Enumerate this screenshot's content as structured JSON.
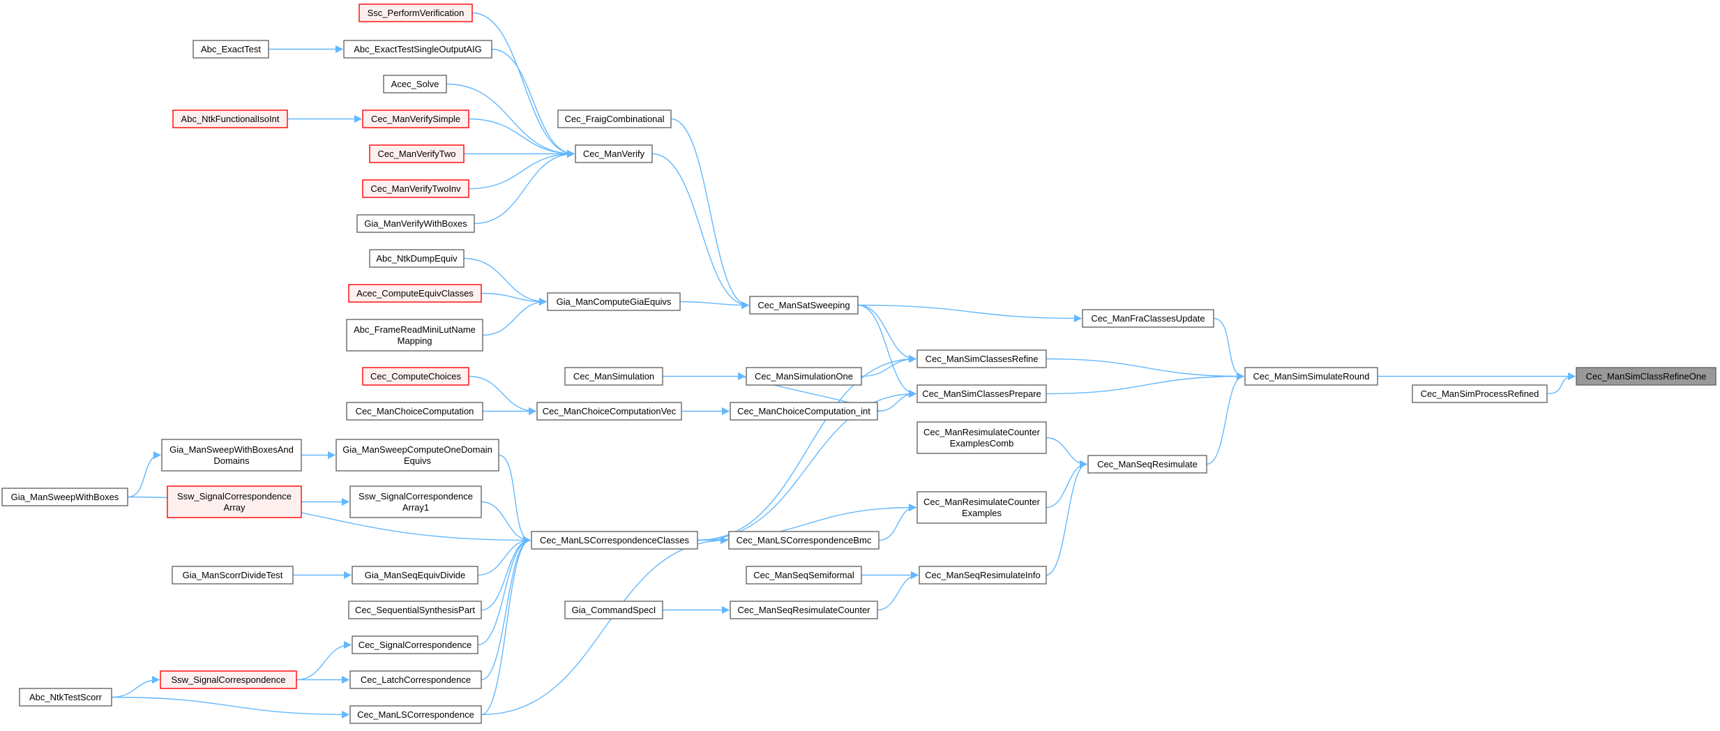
{
  "colors": {
    "edge": "#63b8ff",
    "node_border": "#666666",
    "node_fill": "#ffffff",
    "node_border_red": "#ff0000",
    "node_fill_red": "#fff0f0",
    "focus_fill": "#999999",
    "focus_border": "#666666"
  },
  "nodes": [
    {
      "id": "n0",
      "label": "Cec_ManSimClassRefineOne",
      "style": "focus"
    },
    {
      "id": "n1",
      "label": "Cec_ManSimSimulateRound",
      "style": "normal"
    },
    {
      "id": "n2",
      "label": "Cec_ManSimProcessRefined",
      "style": "normal"
    },
    {
      "id": "n3",
      "label": "Cec_ManFraClassesUpdate",
      "style": "normal"
    },
    {
      "id": "n4",
      "label": "Cec_ManSimClassesRefine",
      "style": "normal"
    },
    {
      "id": "n5",
      "label": "Cec_ManSimClassesPrepare",
      "style": "normal"
    },
    {
      "id": "n6",
      "label": "Cec_ManSeqResimulate",
      "style": "normal"
    },
    {
      "id": "n7",
      "label": "Cec_ManSatSweeping",
      "style": "normal"
    },
    {
      "id": "n8",
      "label": "Cec_ManVerify",
      "style": "normal"
    },
    {
      "id": "n9",
      "label": "Cec_FraigCombinational",
      "style": "normal"
    },
    {
      "id": "n10",
      "label": "Gia_ManComputeGiaEquivs",
      "style": "normal"
    },
    {
      "id": "n11",
      "label": "Ssc_PerformVerification",
      "style": "red"
    },
    {
      "id": "n12",
      "label": "Abc_ExactTestSingleOutputAIG",
      "style": "normal"
    },
    {
      "id": "n13",
      "label": "Abc_ExactTest",
      "style": "normal"
    },
    {
      "id": "n14",
      "label": "Acec_Solve",
      "style": "normal"
    },
    {
      "id": "n15",
      "label": "Cec_ManVerifySimple",
      "style": "red"
    },
    {
      "id": "n16",
      "label": "Abc_NtkFunctionalIsoInt",
      "style": "red"
    },
    {
      "id": "n17",
      "label": "Cec_ManVerifyTwo",
      "style": "red"
    },
    {
      "id": "n18",
      "label": "Cec_ManVerifyTwoInv",
      "style": "red"
    },
    {
      "id": "n19",
      "label": "Gia_ManVerifyWithBoxes",
      "style": "normal"
    },
    {
      "id": "n20",
      "label": "Abc_NtkDumpEquiv",
      "style": "normal"
    },
    {
      "id": "n21",
      "label": "Acec_ComputeEquivClasses",
      "style": "red"
    },
    {
      "id": "n22",
      "label": [
        "Abc_FrameReadMiniLutName",
        "Mapping"
      ],
      "style": "normal"
    },
    {
      "id": "n23",
      "label": "Cec_ManSimulationOne",
      "style": "normal"
    },
    {
      "id": "n24",
      "label": "Cec_ManSimulation",
      "style": "normal"
    },
    {
      "id": "n25",
      "label": "Cec_ManChoiceComputation_int",
      "style": "normal"
    },
    {
      "id": "n26",
      "label": "Cec_ManChoiceComputationVec",
      "style": "normal"
    },
    {
      "id": "n27",
      "label": "Cec_ComputeChoices",
      "style": "red"
    },
    {
      "id": "n28",
      "label": "Cec_ManChoiceComputation",
      "style": "normal"
    },
    {
      "id": "n29",
      "label": [
        "Cec_ManResimulateCounter",
        "ExamplesComb"
      ],
      "style": "normal"
    },
    {
      "id": "n30",
      "label": [
        "Cec_ManResimulateCounter",
        "Examples"
      ],
      "style": "normal"
    },
    {
      "id": "n31",
      "label": "Cec_ManSeqResimulateInfo",
      "style": "normal"
    },
    {
      "id": "n32",
      "label": "Cec_ManLSCorrespondenceClasses",
      "style": "normal"
    },
    {
      "id": "n33",
      "label": "Cec_ManLSCorrespondenceBmc",
      "style": "normal"
    },
    {
      "id": "n34",
      "label": "Cec_ManSeqSemiformal",
      "style": "normal"
    },
    {
      "id": "n35",
      "label": "Cec_ManSeqResimulateCounter",
      "style": "normal"
    },
    {
      "id": "n36",
      "label": "Gia_CommandSpecI",
      "style": "normal"
    },
    {
      "id": "n37",
      "label": [
        "Gia_ManSweepComputeOneDomain",
        "Equivs"
      ],
      "style": "normal"
    },
    {
      "id": "n38",
      "label": [
        "Gia_ManSweepWithBoxesAnd",
        "Domains"
      ],
      "style": "normal"
    },
    {
      "id": "n39",
      "label": "Gia_ManSweepWithBoxes",
      "style": "normal"
    },
    {
      "id": "n40",
      "label": [
        "Ssw_SignalCorrespondence",
        "Array1"
      ],
      "style": "normal"
    },
    {
      "id": "n41",
      "label": [
        "Ssw_SignalCorrespondence",
        "Array"
      ],
      "style": "red"
    },
    {
      "id": "n42",
      "label": "Gia_ManSeqEquivDivide",
      "style": "normal"
    },
    {
      "id": "n43",
      "label": "Gia_ManScorrDivideTest",
      "style": "normal"
    },
    {
      "id": "n44",
      "label": "Cec_SequentialSynthesisPart",
      "style": "normal"
    },
    {
      "id": "n45",
      "label": "Cec_SignalCorrespondence",
      "style": "normal"
    },
    {
      "id": "n46",
      "label": "Ssw_SignalCorrespondence",
      "style": "red"
    },
    {
      "id": "n47",
      "label": "Cec_LatchCorrespondence",
      "style": "normal"
    },
    {
      "id": "n48",
      "label": "Cec_ManLSCorrespondence",
      "style": "normal"
    },
    {
      "id": "n49",
      "label": "Abc_NtkTestScorr",
      "style": "normal"
    }
  ],
  "edges": [
    [
      "n1",
      "n0"
    ],
    [
      "n2",
      "n0"
    ],
    [
      "n3",
      "n1"
    ],
    [
      "n4",
      "n1"
    ],
    [
      "n5",
      "n1"
    ],
    [
      "n6",
      "n1"
    ],
    [
      "n7",
      "n3"
    ],
    [
      "n7",
      "n4"
    ],
    [
      "n23",
      "n4"
    ],
    [
      "n32",
      "n4"
    ],
    [
      "n7",
      "n5"
    ],
    [
      "n25",
      "n5"
    ],
    [
      "n32",
      "n5"
    ],
    [
      "n29",
      "n6"
    ],
    [
      "n30",
      "n6"
    ],
    [
      "n31",
      "n6"
    ],
    [
      "n8",
      "n7"
    ],
    [
      "n9",
      "n7"
    ],
    [
      "n10",
      "n7"
    ],
    [
      "n11",
      "n8"
    ],
    [
      "n12",
      "n8"
    ],
    [
      "n14",
      "n8"
    ],
    [
      "n15",
      "n8"
    ],
    [
      "n17",
      "n8"
    ],
    [
      "n18",
      "n8"
    ],
    [
      "n19",
      "n8"
    ],
    [
      "n13",
      "n12"
    ],
    [
      "n16",
      "n15"
    ],
    [
      "n20",
      "n10"
    ],
    [
      "n21",
      "n10"
    ],
    [
      "n22",
      "n10"
    ],
    [
      "n24",
      "n23"
    ],
    [
      "n25",
      "n23"
    ],
    [
      "n26",
      "n25"
    ],
    [
      "n27",
      "n26"
    ],
    [
      "n28",
      "n26"
    ],
    [
      "n32",
      "n30"
    ],
    [
      "n33",
      "n30"
    ],
    [
      "n34",
      "n31"
    ],
    [
      "n35",
      "n31"
    ],
    [
      "n36",
      "n35"
    ],
    [
      "n32",
      "n33"
    ],
    [
      "n48",
      "n33"
    ],
    [
      "n37",
      "n32"
    ],
    [
      "n40",
      "n32"
    ],
    [
      "n39",
      "n32"
    ],
    [
      "n42",
      "n32"
    ],
    [
      "n44",
      "n32"
    ],
    [
      "n45",
      "n32"
    ],
    [
      "n47",
      "n32"
    ],
    [
      "n48",
      "n32"
    ],
    [
      "n38",
      "n37"
    ],
    [
      "n39",
      "n38"
    ],
    [
      "n41",
      "n40"
    ],
    [
      "n43",
      "n42"
    ],
    [
      "n46",
      "n45"
    ],
    [
      "n46",
      "n47"
    ],
    [
      "n49",
      "n46"
    ],
    [
      "n49",
      "n48"
    ]
  ]
}
